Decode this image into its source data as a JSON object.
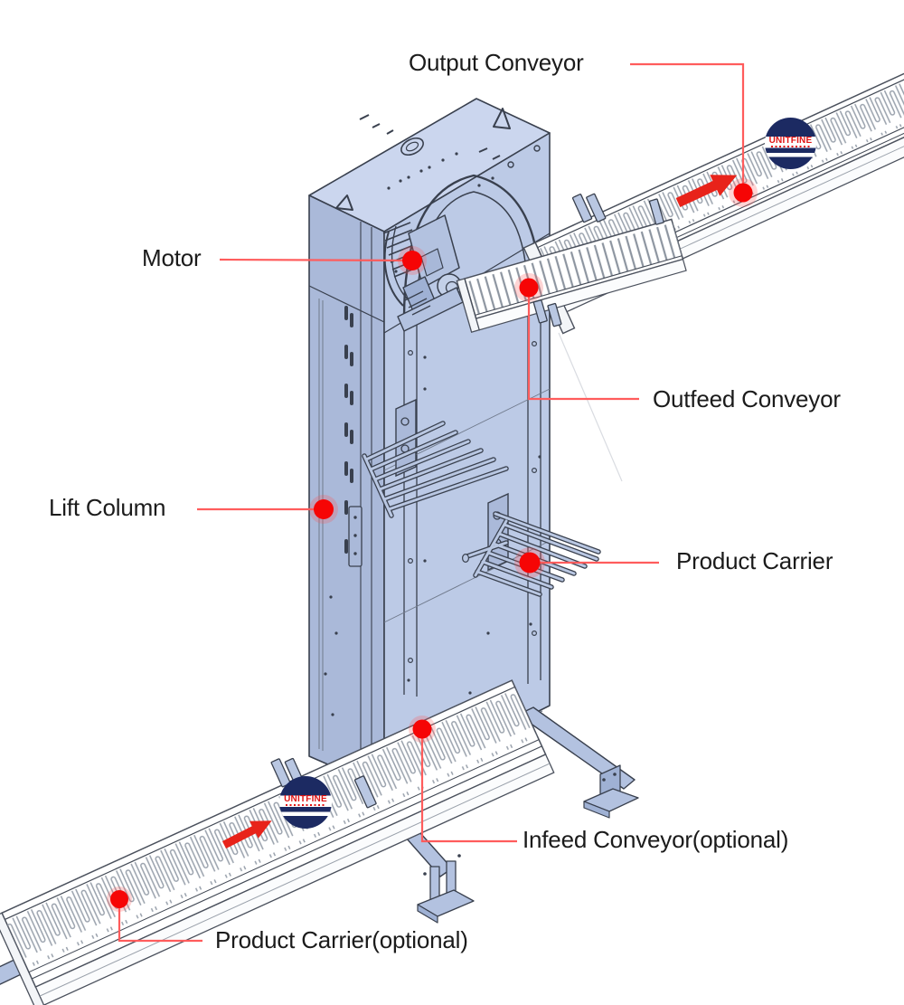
{
  "diagram": {
    "kind": "isometric technical illustration of a vertical lift conveyor"
  },
  "labels": [
    {
      "id": "output-conveyor",
      "text": "Output Conveyor"
    },
    {
      "id": "motor",
      "text": "Motor"
    },
    {
      "id": "outfeed-conveyor",
      "text": "Outfeed Conveyor"
    },
    {
      "id": "lift-column",
      "text": "Lift Column"
    },
    {
      "id": "product-carrier",
      "text": "Product Carrier"
    },
    {
      "id": "infeed-conveyor",
      "text": "Infeed Conveyor(optional)"
    },
    {
      "id": "product-carrier-optional",
      "text": "Product Carrier(optional)"
    }
  ],
  "brand": {
    "name": "UNITFINE"
  },
  "colors": {
    "machine_body": "#bccae6",
    "machine_body_shaded": "#aab9d9",
    "machine_roof": "#cbd6ee",
    "outline": "#39404e",
    "deck_white": "#ffffff",
    "deck_line_gray": "#99a1ac",
    "annotation_dot_red": "#f60505",
    "leader_line_red": "#ff5c5c",
    "arrow_red": "#e8231a",
    "logo_navy": "#1c2a62",
    "logo_text_red": "#e01313"
  }
}
